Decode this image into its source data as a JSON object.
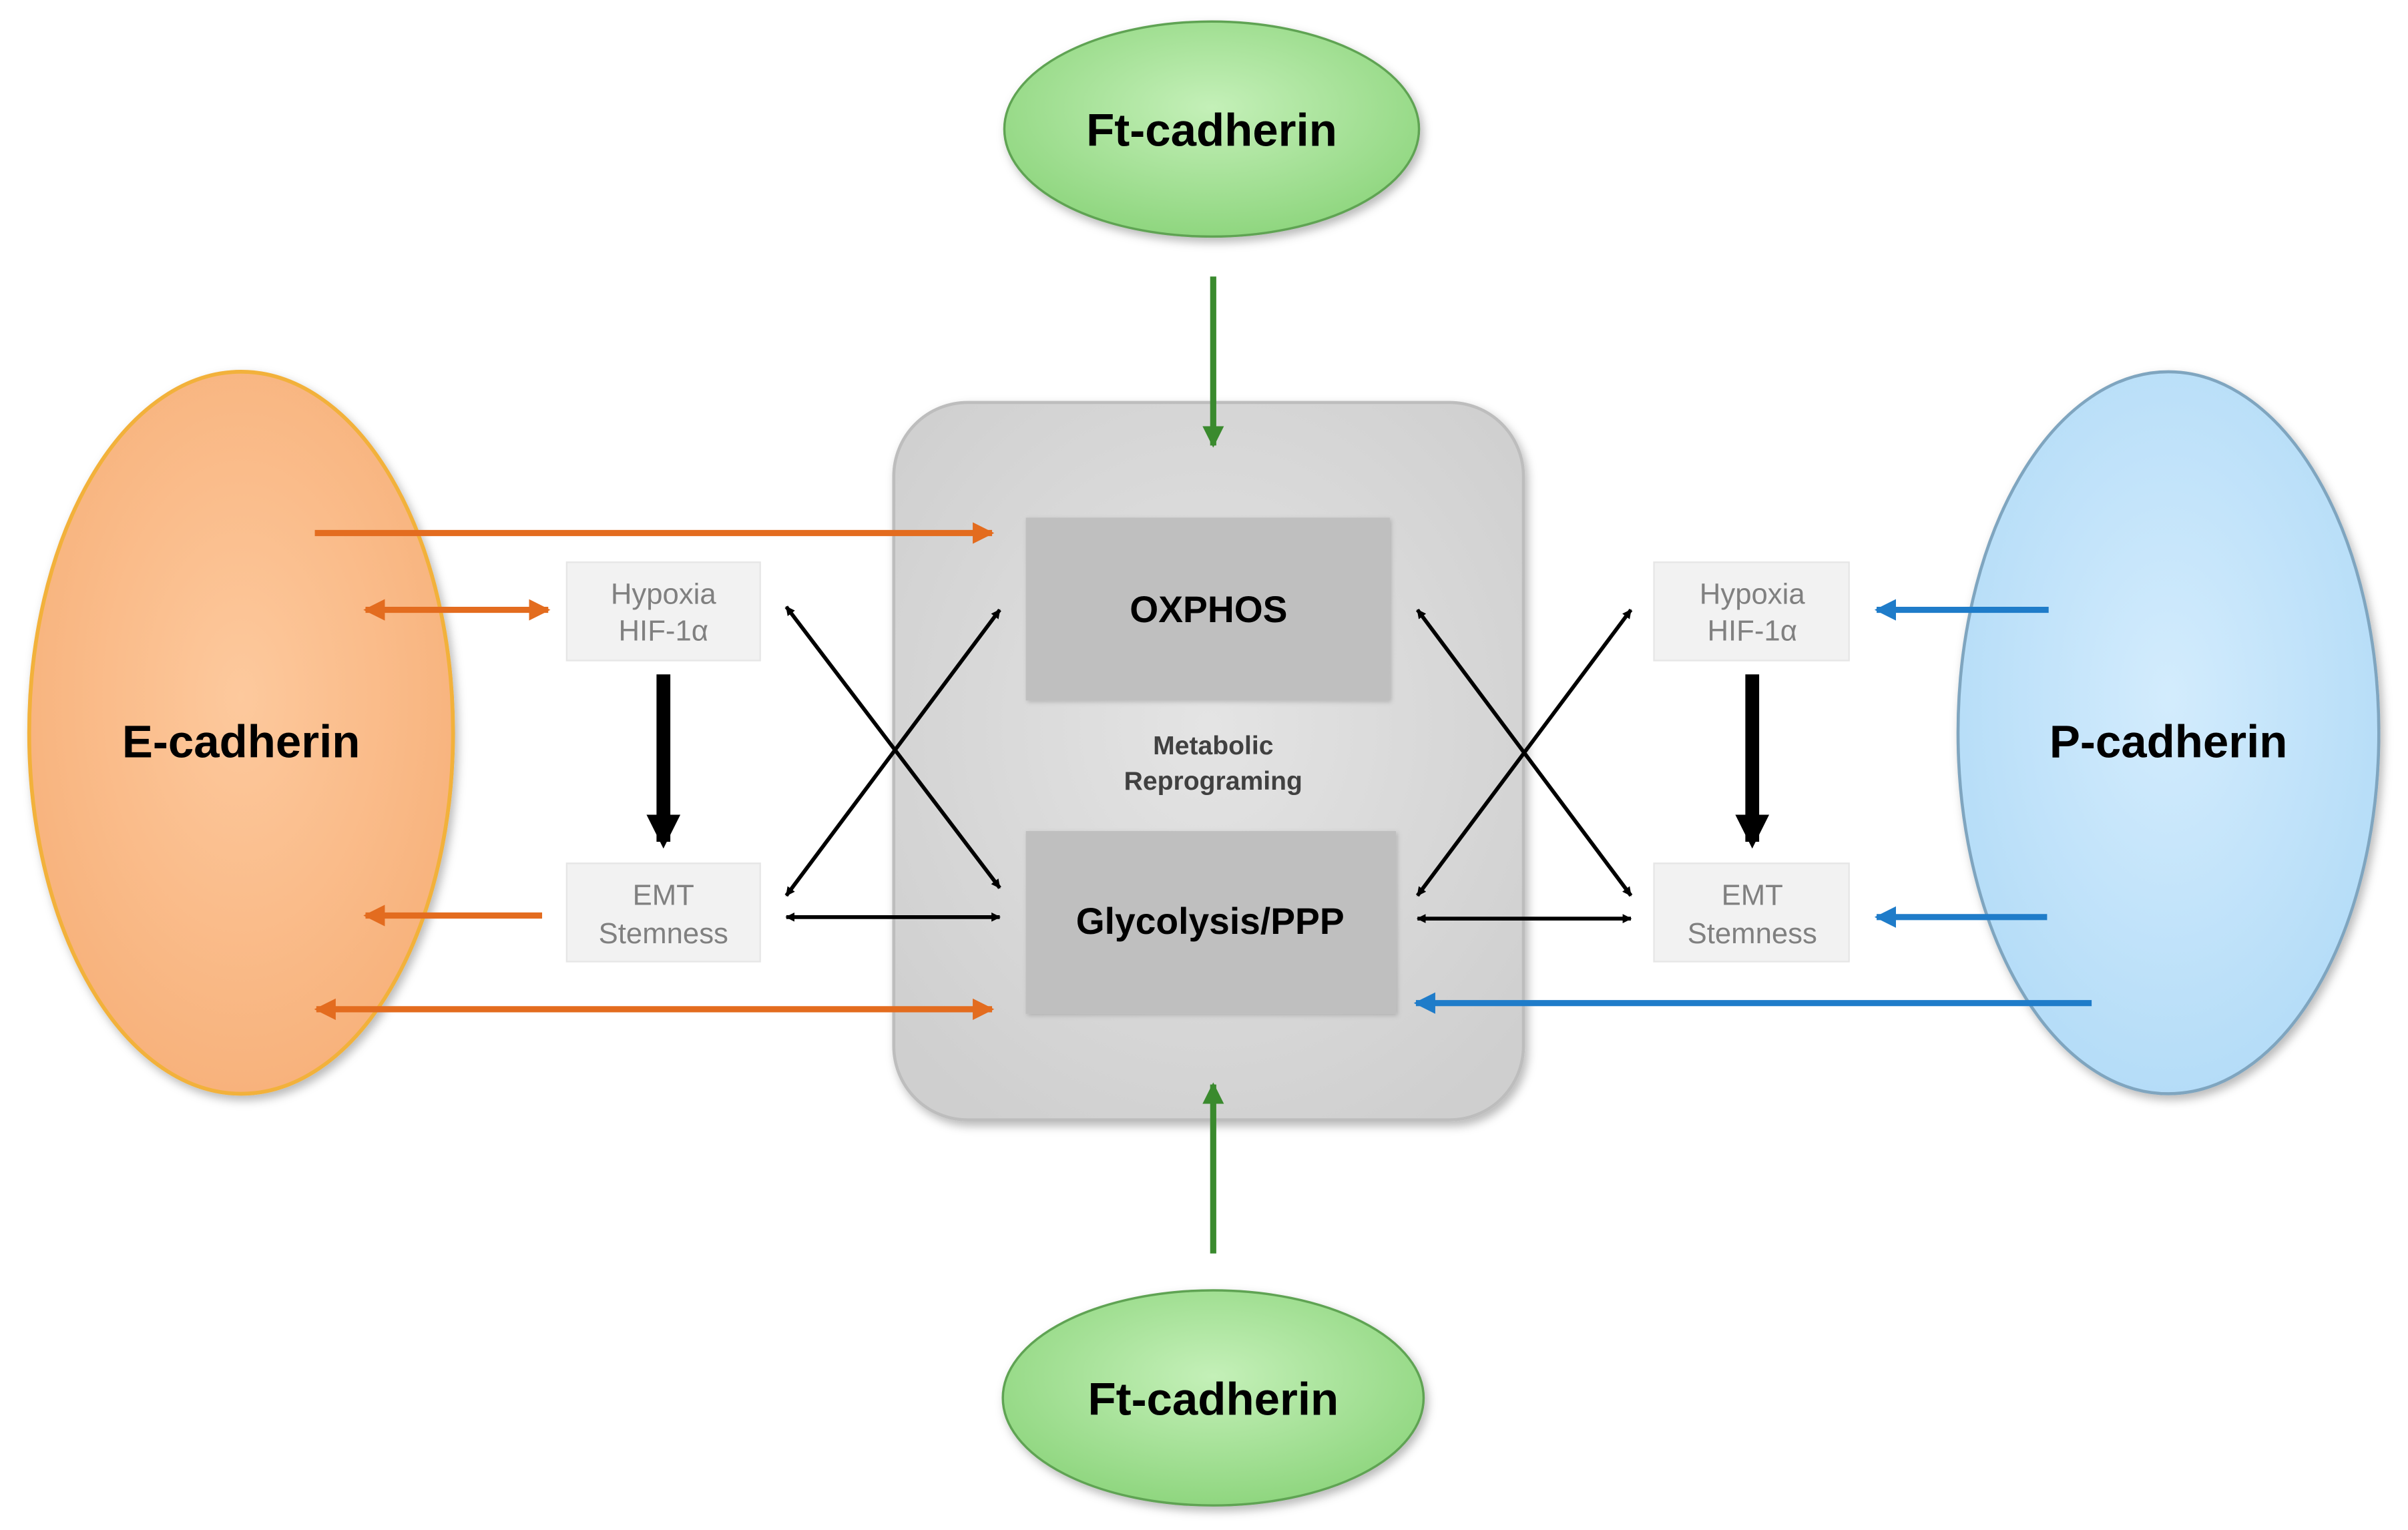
{
  "nodes": {
    "ft_top": {
      "label": "Ft-cadherin",
      "fill": "#a6e39a"
    },
    "ft_bottom": {
      "label": "Ft-cadherin",
      "fill": "#a6e39a"
    },
    "e_cadherin": {
      "label": "E-cadherin",
      "fill": "#fbbf8f"
    },
    "p_cadherin": {
      "label": "P-cadherin",
      "fill": "#c3e4fb"
    },
    "oxphos": {
      "label": "OXPHOS"
    },
    "glycolysis": {
      "label": "Glycolysis/PPP"
    },
    "metabolic": {
      "line1": "Metabolic",
      "line2": "Reprograming"
    },
    "left_hypoxia": {
      "line1": "Hypoxia",
      "line2": "HIF-1α"
    },
    "left_emt": {
      "line1": "EMT",
      "line2": "Stemness"
    },
    "right_hypoxia": {
      "line1": "Hypoxia",
      "line2": "HIF-1α"
    },
    "right_emt": {
      "line1": "EMT",
      "line2": "Stemness"
    }
  },
  "colors": {
    "ft_arrow": "#3a8a2e",
    "e_arrow": "#e36c1f",
    "p_arrow": "#1f7cc9",
    "black_arrow": "#000000",
    "center_box": "#d9d9d9",
    "inner_box": "#bfbfbf"
  },
  "edges": [
    {
      "from": "Ft-cadherin (top)",
      "to": "Metabolic Reprograming",
      "direction": "one-way"
    },
    {
      "from": "Ft-cadherin (bottom)",
      "to": "Metabolic Reprograming",
      "direction": "one-way"
    },
    {
      "from": "E-cadherin",
      "to": "OXPHOS",
      "direction": "one-way"
    },
    {
      "from": "E-cadherin",
      "to": "Hypoxia HIF-1α",
      "direction": "two-way"
    },
    {
      "from": "EMT Stemness",
      "to": "E-cadherin",
      "direction": "one-way"
    },
    {
      "from": "E-cadherin",
      "to": "Glycolysis/PPP",
      "direction": "two-way"
    },
    {
      "from": "P-cadherin",
      "to": "Hypoxia HIF-1α",
      "direction": "one-way"
    },
    {
      "from": "P-cadherin",
      "to": "EMT Stemness",
      "direction": "one-way"
    },
    {
      "from": "P-cadherin",
      "to": "Glycolysis/PPP",
      "direction": "one-way"
    },
    {
      "from": "Hypoxia HIF-1α",
      "to": "EMT Stemness",
      "direction": "one-way"
    },
    {
      "from": "Hypoxia HIF-1α",
      "to": "Glycolysis/PPP",
      "direction": "two-way"
    },
    {
      "from": "EMT Stemness",
      "to": "OXPHOS",
      "direction": "two-way"
    },
    {
      "from": "EMT Stemness",
      "to": "Glycolysis/PPP",
      "direction": "two-way"
    }
  ]
}
